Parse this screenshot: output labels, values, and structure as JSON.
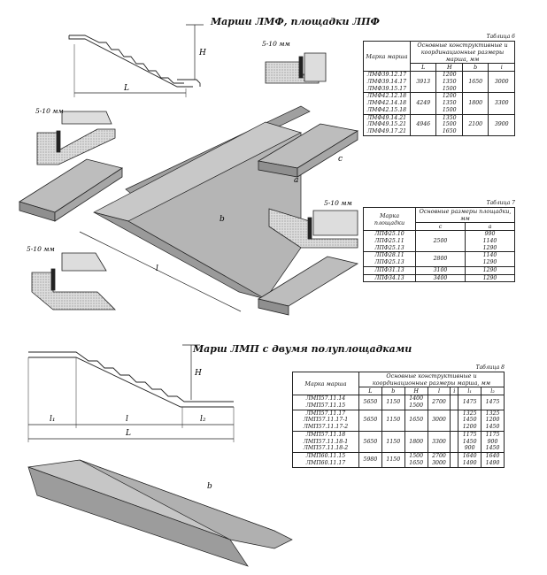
{
  "section1": {
    "title": "Марши ЛМФ, площадки ЛПФ"
  },
  "section2": {
    "title": "Марш ЛМП с двумя полуплощадками"
  },
  "dims": {
    "H": "H",
    "L": "L",
    "l": "l",
    "l1": "l₁",
    "l2": "l₂",
    "a": "a",
    "b": "b",
    "c": "c",
    "gap": "5-10 мм"
  },
  "table6": {
    "caption": "Таблица 6",
    "h_mark": "Марка марша",
    "h_dims": "Основные конструктивные и координационные размеры марша, мм",
    "cols": [
      "L",
      "H",
      "b",
      "i"
    ],
    "groups": [
      {
        "marks": [
          "ЛМФ39.12.17",
          "ЛМФ39.14.17",
          "ЛМФ39.15.17"
        ],
        "L": "3913",
        "H": [
          "1200",
          "1350",
          "1500"
        ],
        "b": "1650",
        "i": "3000"
      },
      {
        "marks": [
          "ЛМФ42.12.18",
          "ЛМФ42.14.18",
          "ЛМФ42.15.18"
        ],
        "L": "4249",
        "H": [
          "1200",
          "1350",
          "1500"
        ],
        "b": "1800",
        "i": "3300"
      },
      {
        "marks": [
          "ЛМФ49.14.21",
          "ЛМФ49.15.21",
          "ЛМФ49.17.21"
        ],
        "L": "4946",
        "H": [
          "1350",
          "1500",
          "1650"
        ],
        "b": "2100",
        "i": "3900"
      }
    ]
  },
  "table7": {
    "caption": "Таблица 7",
    "h_mark": "Марка площадки",
    "h_dims": "Основные размеры площадки, мм",
    "cols": [
      "c",
      "a"
    ],
    "groups": [
      {
        "marks": [
          "ЛПФ25.10",
          "ЛПФ25.11",
          "ЛПФ25.13"
        ],
        "c": "2500",
        "a": [
          "990",
          "1140",
          "1290"
        ]
      },
      {
        "marks": [
          "ЛПФ28.11",
          "ЛПФ25.13"
        ],
        "c": "2800",
        "a": [
          "1140",
          "1290"
        ]
      },
      {
        "marks": [
          "ЛПФ31.13"
        ],
        "c": "3100",
        "a": [
          "1290"
        ]
      },
      {
        "marks": [
          "ЛПФ34.13"
        ],
        "c": "3400",
        "a": [
          "1290"
        ]
      }
    ]
  },
  "table8": {
    "caption": "Таблица 8",
    "h_mark": "Марка марша",
    "h_dims": "Основные конструктивные и координационные размеры марша, мм",
    "cols": [
      "L",
      "b",
      "H",
      "l",
      "i",
      "l₁",
      "l₂"
    ],
    "groups": [
      {
        "marks": [
          "ЛМП57.11.14",
          "ЛМП57.11.15"
        ],
        "L": "5650",
        "b": "1150",
        "H": [
          "1400",
          "1500"
        ],
        "l": "2700",
        "l1": [
          "1475"
        ],
        "l2": [
          "1475"
        ]
      },
      {
        "marks": [
          "ЛМП57.11.17",
          "ЛМП57.11.17-1",
          "ЛМП57.11.17-2"
        ],
        "L": "5650",
        "b": "1150",
        "H": [
          "1650"
        ],
        "l": "3000",
        "l1": [
          "1325",
          "1450",
          "1200"
        ],
        "l2": [
          "1325",
          "1200",
          "1450"
        ]
      },
      {
        "marks": [
          "ЛМП57.11.18",
          "ЛМП57.11.18-1",
          "ЛМП57.11.18-2"
        ],
        "L": "5650",
        "b": "1150",
        "H": [
          "1800"
        ],
        "l": "3300",
        "l1": [
          "1175",
          "1450",
          "900"
        ],
        "l2": [
          "1175",
          "900",
          "1450"
        ]
      },
      {
        "marks": [
          "ЛМП60.11.15",
          "ЛМП60.11.17"
        ],
        "L": "5980",
        "b": "1150",
        "H": [
          "1500",
          "1650"
        ],
        "l": [
          "2700",
          "3000"
        ],
        "l1": [
          "1640",
          "1490"
        ],
        "l2": [
          "1640",
          "1490"
        ]
      }
    ]
  }
}
